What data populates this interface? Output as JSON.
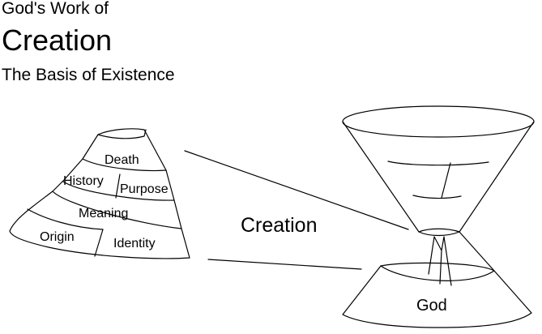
{
  "header": {
    "pretitle": "God's Work of",
    "title": "Creation",
    "subtitle": "The Basis of Existence"
  },
  "diagram": {
    "connector_label": "Creation",
    "left_cone": {
      "labels": {
        "death": "Death",
        "history": "History",
        "purpose": "Purpose",
        "meaning": "Meaning",
        "origin": "Origin",
        "identity": "Identity"
      }
    },
    "hourglass": {
      "base_label": "God"
    }
  }
}
